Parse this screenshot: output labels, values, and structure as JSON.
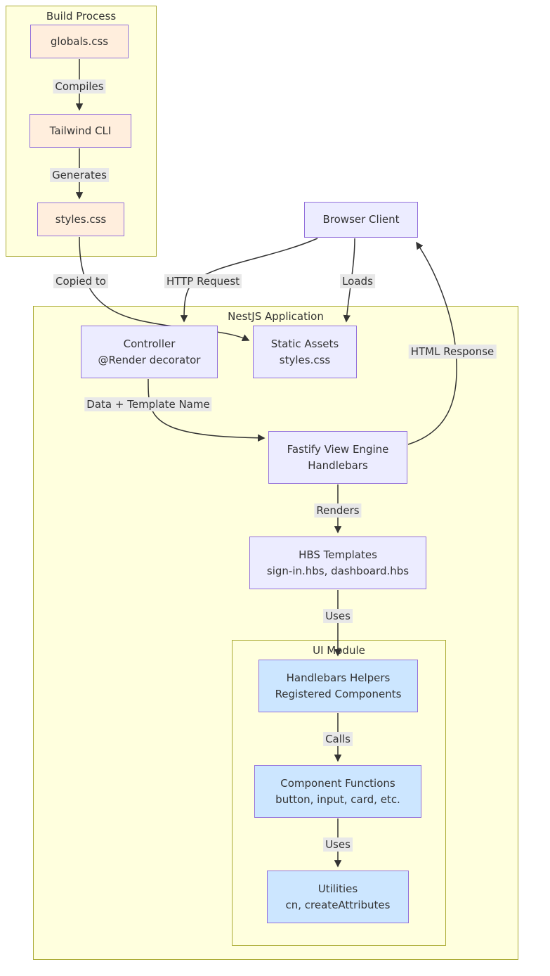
{
  "diagram": {
    "subgraphs": {
      "build": {
        "title": "Build Process"
      },
      "nest": {
        "title": "NestJS Application"
      },
      "ui": {
        "title": "UI Module"
      }
    },
    "nodes": {
      "globals": {
        "label": "globals.css"
      },
      "tailwind": {
        "label": "Tailwind CLI"
      },
      "styles": {
        "label": "styles.css"
      },
      "browser": {
        "label": "Browser Client"
      },
      "controller": {
        "line1": "Controller",
        "line2": "@Render decorator"
      },
      "static_assets": {
        "line1": "Static Assets",
        "line2": "styles.css"
      },
      "fastify": {
        "line1": "Fastify View Engine",
        "line2": "Handlebars"
      },
      "hbs": {
        "line1": "HBS Templates",
        "line2": "sign-in.hbs, dashboard.hbs"
      },
      "helpers": {
        "line1": "Handlebars Helpers",
        "line2": "Registered Components"
      },
      "components": {
        "line1": "Component Functions",
        "line2": "button, input, card, etc."
      },
      "utilities": {
        "line1": "Utilities",
        "line2": "cn, createAttributes"
      }
    },
    "edges": {
      "compiles": {
        "from": "globals.css",
        "to": "Tailwind CLI",
        "label": "Compiles"
      },
      "generates": {
        "from": "Tailwind CLI",
        "to": "styles.css",
        "label": "Generates"
      },
      "copied_to": {
        "from": "styles.css",
        "to": "Static Assets",
        "label": "Copied to"
      },
      "http_request": {
        "from": "Browser Client",
        "to": "Controller",
        "label": "HTTP Request"
      },
      "loads": {
        "from": "Browser Client",
        "to": "Static Assets",
        "label": "Loads"
      },
      "data_template": {
        "from": "Controller",
        "to": "Fastify View Engine",
        "label": "Data + Template Name"
      },
      "html_response": {
        "from": "Fastify View Engine",
        "to": "Browser Client",
        "label": "HTML Response"
      },
      "renders": {
        "from": "Fastify View Engine",
        "to": "HBS Templates",
        "label": "Renders"
      },
      "uses_templates": {
        "from": "HBS Templates",
        "to": "Handlebars Helpers",
        "label": "Uses"
      },
      "calls": {
        "from": "Handlebars Helpers",
        "to": "Component Functions",
        "label": "Calls"
      },
      "uses_utilities": {
        "from": "Component Functions",
        "to": "Utilities",
        "label": "Uses"
      }
    },
    "colors": {
      "subgraph_fill": "#ffffde",
      "subgraph_border": "#aaaa33",
      "node_fill_default": "#ececff",
      "node_fill_build": "#ffeedd",
      "node_fill_ui": "#cce6ff",
      "node_border": "#9370db",
      "edge_color": "#333333",
      "edge_label_bg": "#e8e8e8",
      "text_color": "#333333"
    }
  }
}
